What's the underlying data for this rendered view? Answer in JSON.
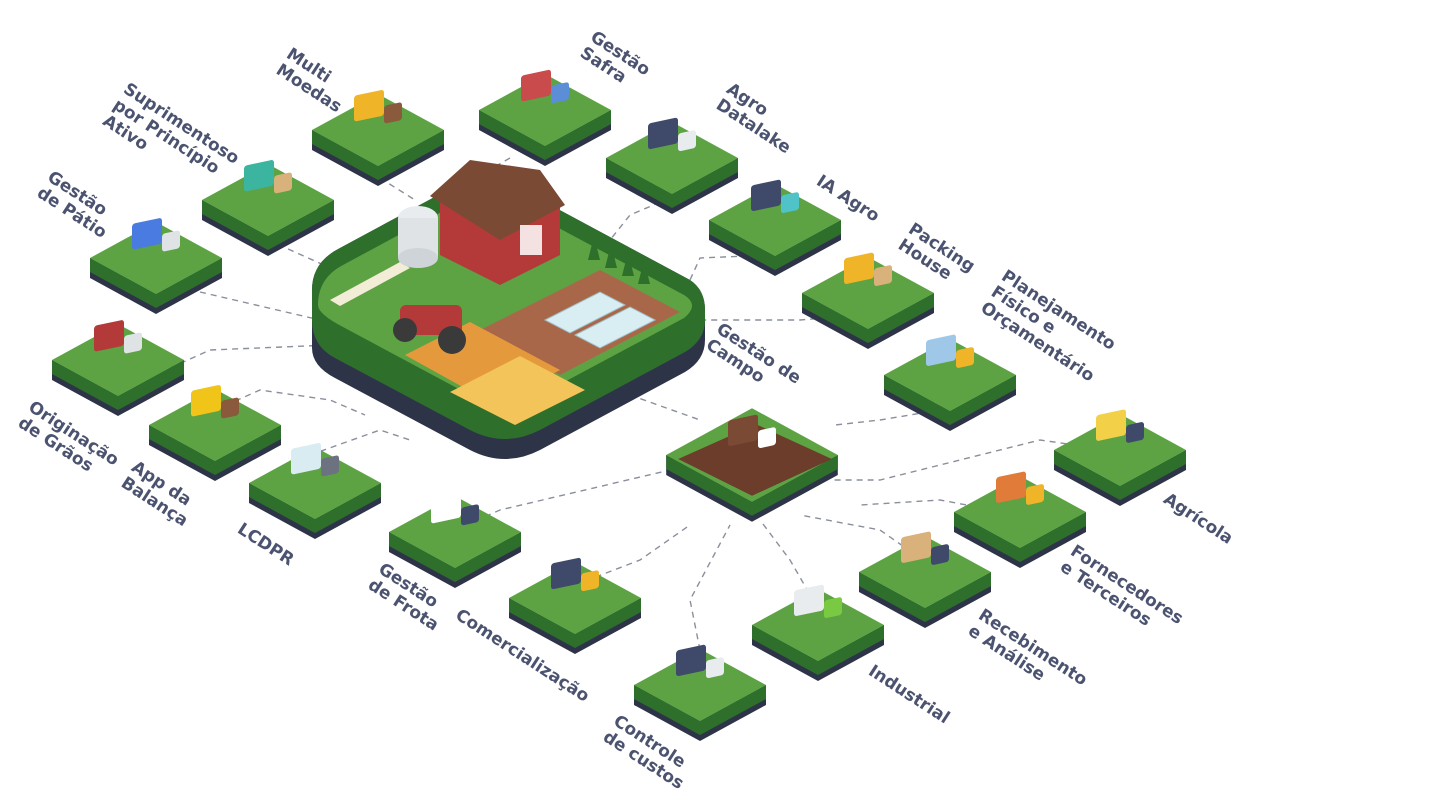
{
  "modules": {
    "gestao_safra": "Gestão\nSafra",
    "multi_moedas": "Multi\nMoedas",
    "agro_datalake": "Agro\nDatalake",
    "suprimentos": "Suprimentoso\npor Princípio\nAtivo",
    "ia_agro": "IA Agro",
    "gestao_patio": "Gestão\nde Pátio",
    "packing_house": "Packing\nHouse",
    "planejamento": "Planejamento\nFísico e\nOrçamentário",
    "gestao_campo": "Gestão de\nCampo",
    "originacao": "Originação\nde Grãos",
    "app_balanca": "App da\nBalança",
    "lcdpr": "LCDPR",
    "agricola": "Agrícola",
    "gestao_frota": "Gestão\nde Frota",
    "fornecedores": "Fornecedores\ne Terceiros",
    "comercializacao": "Comercialização",
    "recebimento": "Recebimento\ne Análise",
    "industrial": "Industrial",
    "controle_custos": "Controle\nde custos"
  },
  "colors": {
    "label": "#4b5370",
    "grass": "#5da343",
    "grass_side": "#2f6f2c",
    "base": "#2e3448",
    "connector": "#8a8f9c"
  }
}
